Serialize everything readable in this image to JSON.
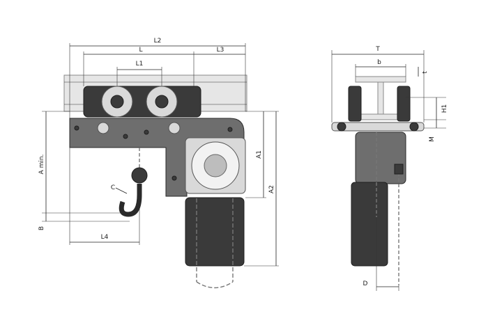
{
  "diagram": {
    "side_view_labels": {
      "L2": "L2",
      "L": "L",
      "L1": "L1",
      "L3": "L3",
      "L4": "L4",
      "A_min": "A min.",
      "A1": "A1",
      "A2": "A2",
      "B": "B",
      "C": "C"
    },
    "front_view_labels": {
      "T": "T",
      "b": "b",
      "t": "t",
      "H1": "H1",
      "M": "M",
      "D": "D"
    }
  }
}
